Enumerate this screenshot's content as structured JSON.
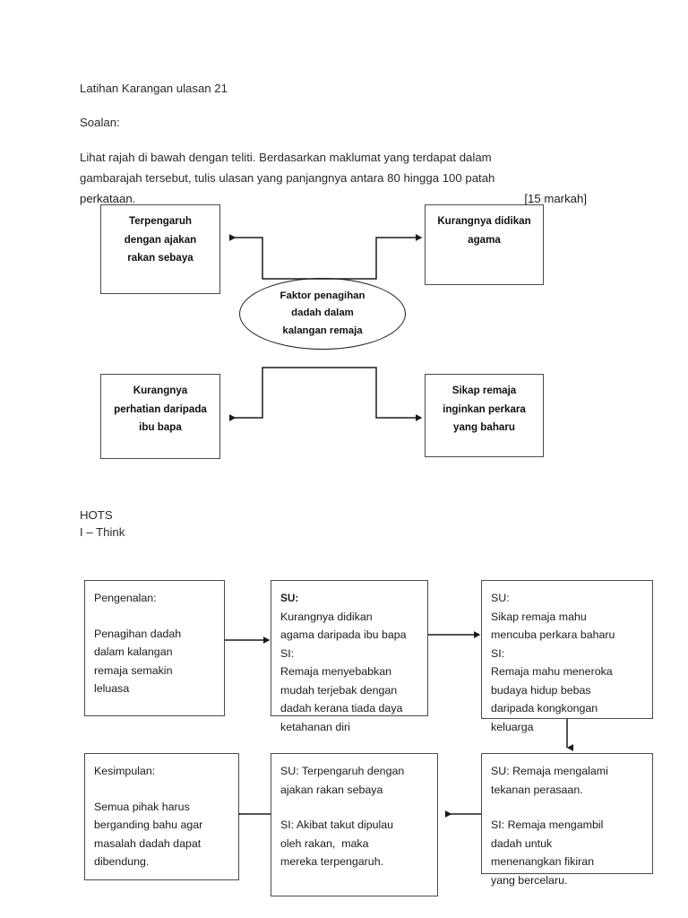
{
  "document": {
    "title": "Latihan Karangan ulasan 21",
    "soalan_label": "Soalan:",
    "instruction_line1": "Lihat rajah di bawah dengan teliti. Berdasarkan maklumat yang terdapat dalam",
    "instruction_line2": "gambarajah tersebut, tulis ulasan yang panjangnya antara 80 hingga 100 patah",
    "instruction_line3": "perkataan.",
    "marks": "[15 markah]"
  },
  "concept_map": {
    "center": {
      "line1": "Faktor penagihan",
      "line2": "dadah dalam",
      "line3": "kalangan remaja"
    },
    "top_left": {
      "line1": "Terpengaruh",
      "line2": "dengan ajakan",
      "line3": "rakan sebaya"
    },
    "top_right": {
      "line1": "Kurangnya didikan",
      "line2": "agama"
    },
    "bottom_left": {
      "line1": "Kurangnya",
      "line2": "perhatian daripada",
      "line3": "ibu bapa"
    },
    "bottom_right": {
      "line1": "Sikap remaja",
      "line2": "inginkan perkara",
      "line3": "yang baharu"
    }
  },
  "hots": {
    "heading": "HOTS",
    "subheading": "I – Think"
  },
  "flow": {
    "box1": {
      "label": "Pengenalan:",
      "body": "Penagihan dadah\ndalam kalangan\nremaja semakin\nleluasa"
    },
    "box2": {
      "su_label": "SU:",
      "su_text": "Kurangnya didikan\nagama daripada ibu bapa",
      "si_label": "SI:",
      "si_text": "Remaja menyebabkan\nmudah terjebak dengan\ndadah kerana tiada daya\nketahanan diri"
    },
    "box3": {
      "su_label": "SU:",
      "su_text": "Sikap remaja mahu\nmencuba perkara baharu",
      "si_label": "SI:",
      "si_text": "Remaja mahu meneroka\nbudaya hidup bebas\ndaripada kongkongan\nkeluarga"
    },
    "box4": {
      "su_text": "SU: Remaja mengalami\ntekanan perasaan.",
      "si_text": "SI: Remaja mengambil\ndadah untuk\nmenenangkan fikiran\nyang bercelaru."
    },
    "box5": {
      "su_text": "SU: Terpengaruh dengan\najakan rakan sebaya",
      "si_text": "SI: Akibat takut dipulau\noleh rakan,  maka\nmereka terpengaruh."
    },
    "box6": {
      "label": "Kesimpulan:",
      "body": "Semua pihak harus\nberganding bahu agar\nmasalah dadah dapat\ndibendung."
    }
  },
  "colors": {
    "page_background": "#ffffff",
    "text": "#1b1b1b",
    "box_border": "#4a4a4a",
    "connector": "#1b1b1b"
  }
}
